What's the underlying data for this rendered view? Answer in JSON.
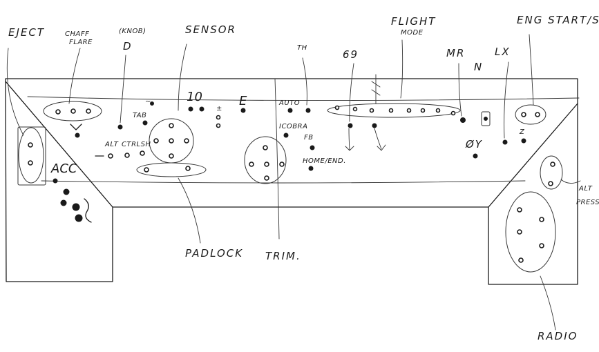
{
  "labels": {
    "eject": "EJECT",
    "chaff_flare_1": "CHAFF",
    "chaff_flare_2": "FLARE",
    "knob": "(KNOB)",
    "d": "D",
    "sensor": "SENSOR",
    "th": "TH",
    "sixty_nine": "69",
    "flight_mode_1": "FLIGHT",
    "flight_mode_2": "MODE",
    "mr": "MR",
    "n": "N",
    "lx": "LX",
    "eng_start_stp": "ENG START/STP.",
    "tab": "TAB",
    "ten": "10",
    "e": "E",
    "auto": "AUTO",
    "icobra": "ICOBRA",
    "fb": "FB",
    "homeend": "HOME/END.",
    "alt": "ALT",
    "ctrl_sh": "CTRLSH",
    "oy": "ØY",
    "z": "Z",
    "acc": "ACC",
    "padlock": "PADLOCK",
    "trim": "TRIM.",
    "alt_press_1": "ALT",
    "alt_press_2": "PRESS.",
    "radio": "RADIO"
  }
}
